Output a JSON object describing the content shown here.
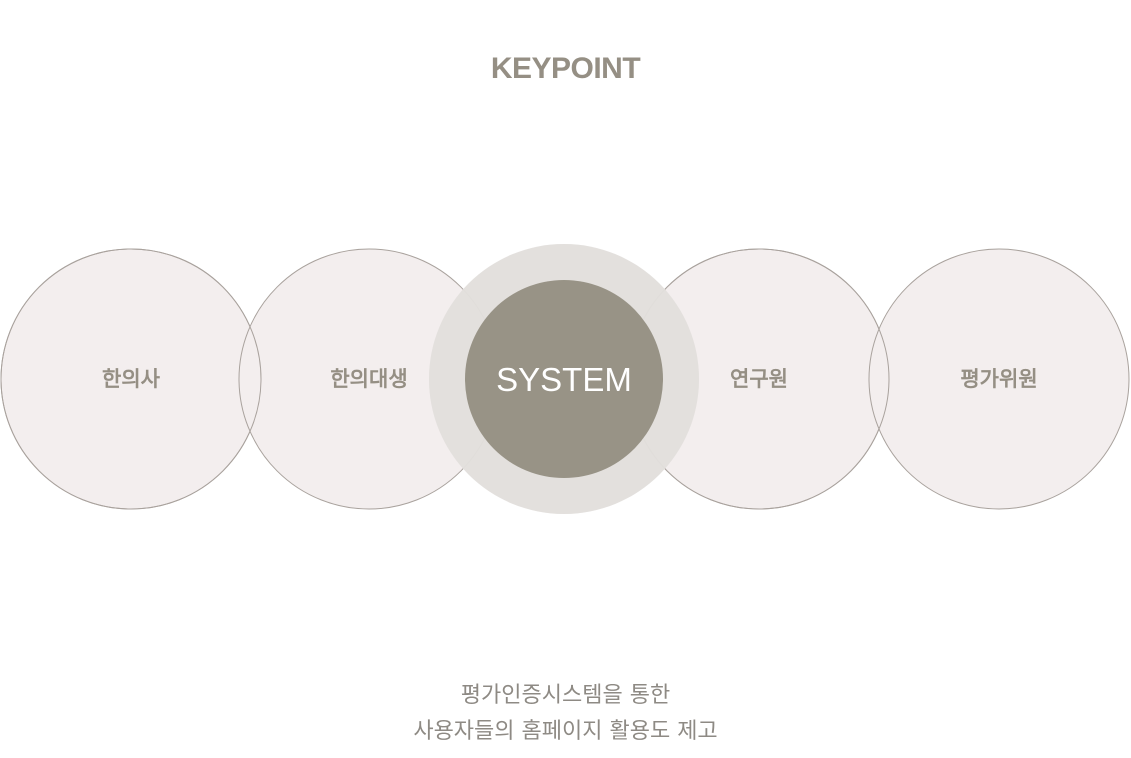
{
  "title": "KEYPOINT",
  "center": {
    "label": "SYSTEM"
  },
  "nodes": [
    {
      "label": "한의사"
    },
    {
      "label": "한의대생"
    },
    {
      "label": "연구원"
    },
    {
      "label": "평가위원"
    }
  ],
  "caption": {
    "line1": "평가인증시스템을 통한",
    "line2": "사용자들의 홈페이지 활용도 제고"
  },
  "colors": {
    "node_fill": "#f3eeee",
    "node_stroke": "#a9a29d",
    "halo_outer": "#e9e7e5",
    "halo_inner": "#ddd9d6",
    "center_fill": "#989386",
    "text_gray": "#958f84"
  }
}
